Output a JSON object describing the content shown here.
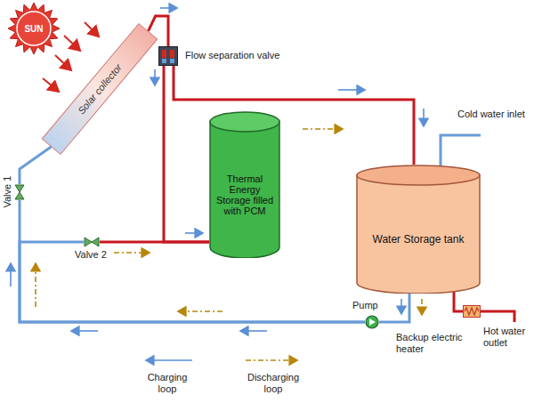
{
  "diagram": {
    "nodes": [
      {
        "text": [
          "SUN"
        ]
      },
      {
        "text": [
          "Solar collector"
        ]
      },
      {
        "text": [
          "Flow separation valve"
        ]
      },
      {
        "text": [
          "Thermal Energy Storage filled with PCM"
        ]
      },
      {
        "text": [
          "Water Storage tank"
        ]
      },
      {
        "text": [
          "Valve 1"
        ]
      },
      {
        "text": [
          "Valve 2"
        ]
      },
      {
        "text": [
          "Pump"
        ]
      },
      {
        "text": [
          "Backup electric heater"
        ]
      }
    ],
    "edges": [
      {
        "from": 1,
        "to": 2,
        "arrow": "none"
      },
      {
        "from": 2,
        "to": 3,
        "arrow": "none"
      },
      {
        "from": 2,
        "to": 4,
        "arrow": "none"
      },
      {
        "from": 4,
        "to": 7,
        "arrow": "none"
      },
      {
        "from": 7,
        "to": 5,
        "arrow": "none"
      },
      {
        "from": 5,
        "to": 1,
        "arrow": "none"
      },
      {
        "from": 7,
        "to": 6,
        "arrow": "none"
      },
      {
        "from": 6,
        "to": 3,
        "arrow": "none"
      },
      {
        "from": 4,
        "to": 8,
        "arrow": "none"
      }
    ],
    "labels": [
      "Cold water inlet",
      "Hot water outlet"
    ],
    "legend": [
      {
        "text": "Charging loop"
      },
      {
        "text": "Discharging loop"
      }
    ]
  }
}
